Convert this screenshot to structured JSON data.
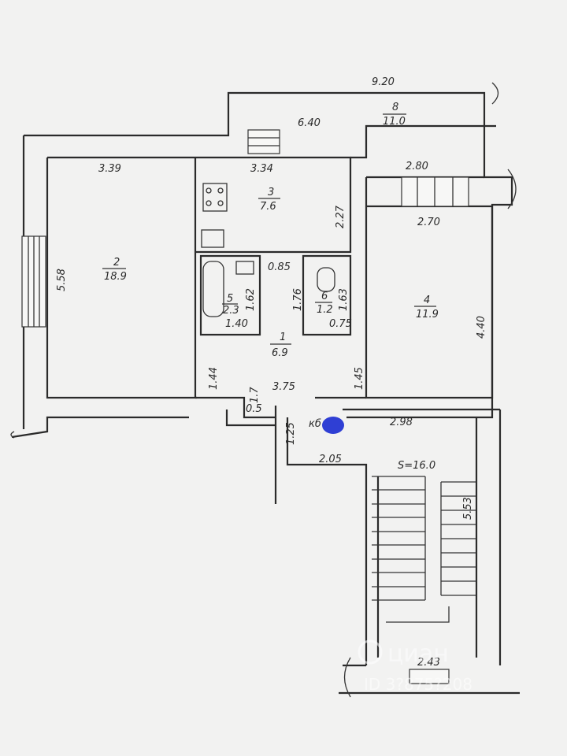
{
  "dimensions": {
    "total_top_width": "9.20",
    "corridor_width": "6.40",
    "room2_width": "3.39",
    "room3_width": "3.34",
    "balcony_width": "2.80",
    "room4_width": "2.70",
    "room2_length": "5.58",
    "room3_depth": "2.27",
    "room5_depth": "1.62",
    "room5_width": "1.40",
    "room6_depth": "1.63",
    "room6_width": "0.75",
    "between_baths": "0.85",
    "hall_depth": "1.76",
    "hall_width": "3.75",
    "hall_left_side": "1.44",
    "hall_right_side": "1.45",
    "room4_length": "4.40",
    "closet_width": "0.5",
    "closet_depth": "1.7",
    "landing_depth": "1.25",
    "flat_number": "кб",
    "stair_width_top": "2.98",
    "stair_landing": "2.05",
    "stairwell_area": "S=16.0",
    "stair_depth": "5.53",
    "bottom_width": "2.43"
  },
  "rooms": [
    {
      "number": "1",
      "area": "6.9"
    },
    {
      "number": "2",
      "area": "18.9"
    },
    {
      "number": "3",
      "area": "7.6"
    },
    {
      "number": "4",
      "area": "11.9"
    },
    {
      "number": "5",
      "area": "2.3"
    },
    {
      "number": "6",
      "area": "1.2"
    },
    {
      "number": "8",
      "area": "11.0"
    }
  ],
  "watermark": {
    "brand": "циан",
    "id_text": "ID 3?875?208"
  },
  "colors": {
    "paper": "#f2f2f1",
    "ink": "#2b2b2b",
    "marker": "#1a2bd0"
  }
}
